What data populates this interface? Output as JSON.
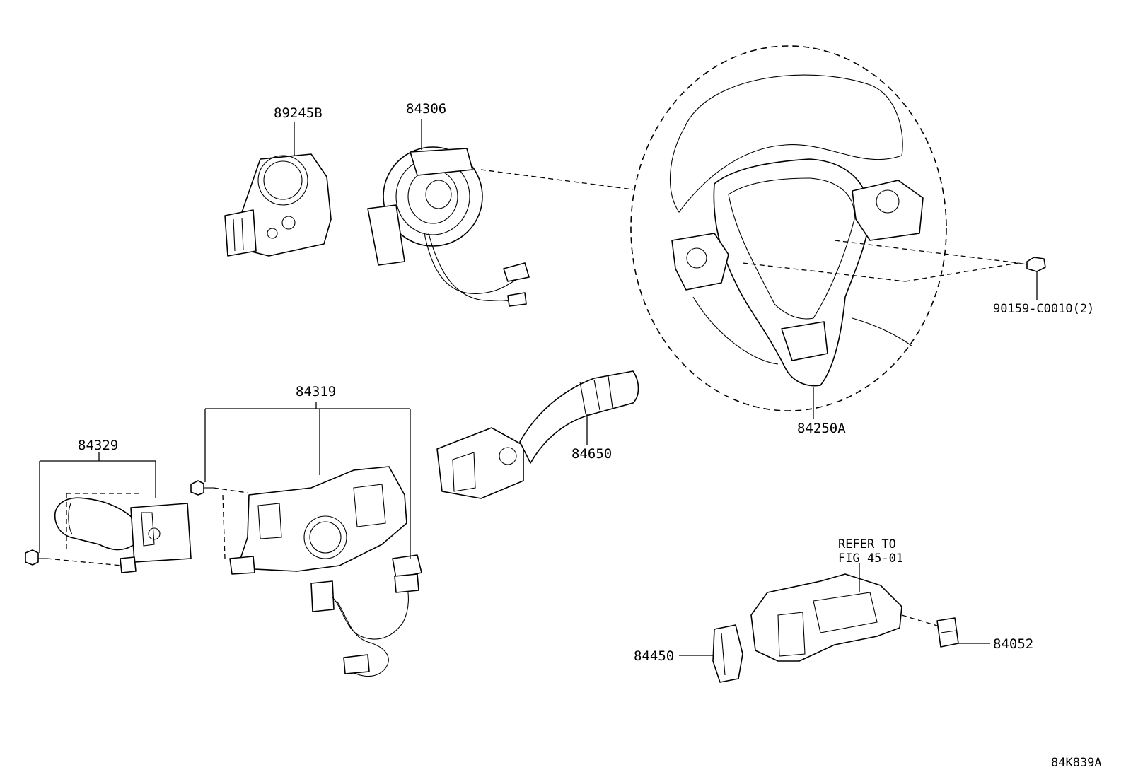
{
  "labels": {
    "p89245B": "89245B",
    "p84306": "84306",
    "p84250A": "84250A",
    "p90159": "90159-C0010(2)",
    "p84319": "84319",
    "p84329": "84329",
    "p84650": "84650",
    "p84450": "84450",
    "p84052": "84052",
    "refer_line1": "REFER TO",
    "refer_line2": "FIG 45-01",
    "figure_id": "84K839A"
  }
}
